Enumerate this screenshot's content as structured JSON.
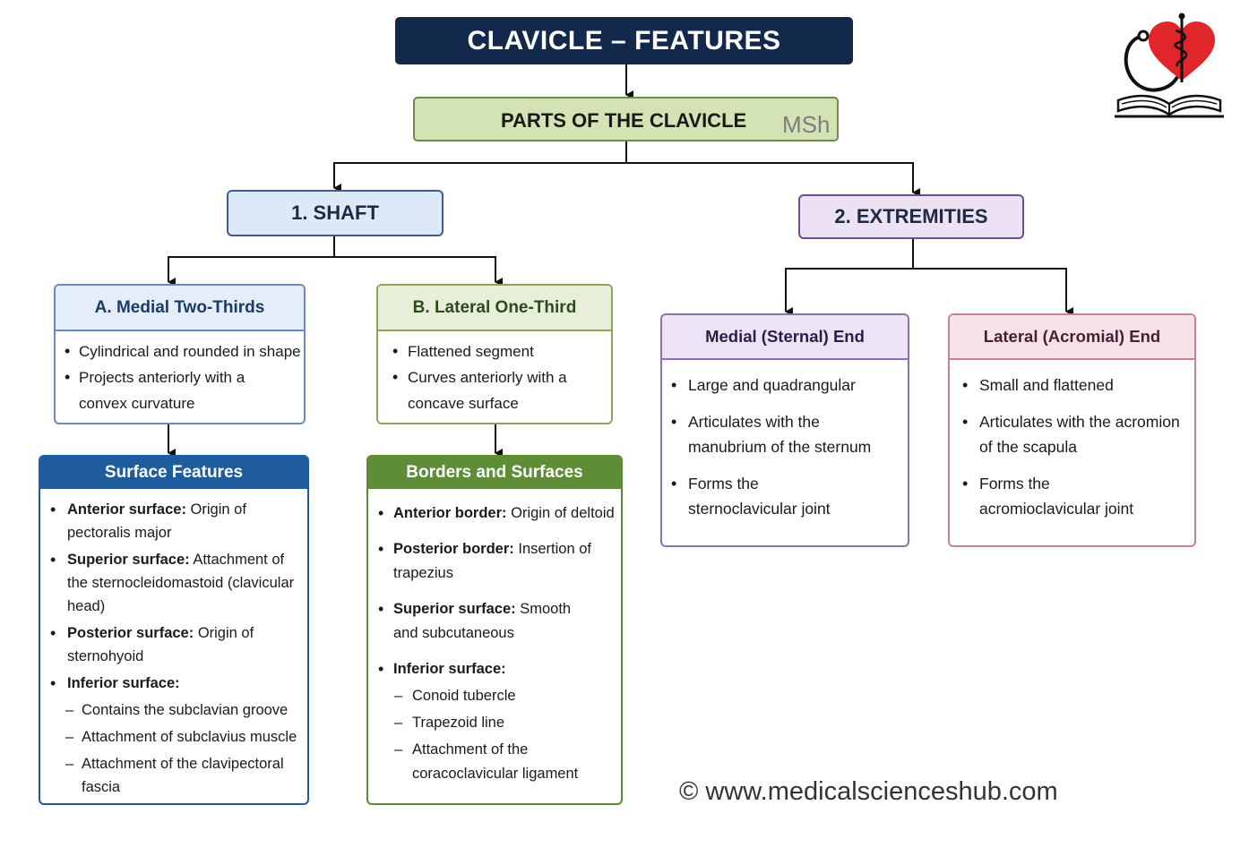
{
  "title": "CLAVICLE – FEATURES",
  "parts": {
    "label": "PARTS OF THE CLAVICLE",
    "watermark": "MSh"
  },
  "shaft": {
    "label": "1. SHAFT",
    "medial": {
      "title": "A. Medial Two-Thirds",
      "items": [
        "Cylindrical and rounded in shape",
        "Projects anteriorly with a convex curvature"
      ]
    },
    "lateral": {
      "title": "B. Lateral One-Third",
      "items": [
        "Flattened segment",
        "Curves anteriorly with a concave surface"
      ]
    },
    "surface_features": {
      "title": "Surface Features",
      "items": [
        {
          "term": "Anterior surface:",
          "text": "Origin of pectoralis major"
        },
        {
          "term": "Superior surface:",
          "text": "Attachment of the sternocleidomastoid (clavicular head)"
        },
        {
          "term": "Posterior surface:",
          "text": "Origin of sternohyoid"
        },
        {
          "term": "Inferior surface:",
          "text": ""
        }
      ],
      "sub_items": [
        "Contains the subclavian groove",
        "Attachment of subclavius muscle",
        "Attachment of the clavipectoral fascia"
      ]
    },
    "borders_surfaces": {
      "title": "Borders and Surfaces",
      "items": [
        {
          "term": "Anterior border:",
          "text": "Origin of deltoid"
        },
        {
          "term": "Posterior border:",
          "text": "Insertion of trapezius"
        },
        {
          "term": "Superior surface:",
          "text": "Smooth and subcutaneous"
        },
        {
          "term": "Inferior surface:",
          "text": ""
        }
      ],
      "sub_items": [
        "Conoid tubercle",
        "Trapezoid line",
        "Attachment of the coracoclavicular ligament"
      ]
    }
  },
  "extremities": {
    "label": "2. EXTREMITIES",
    "medial_end": {
      "title": "Medial (Sternal) End",
      "items": [
        "Large and quadrangular",
        "Articulates with the manubrium of the sternum",
        "Forms the sternoclavicular joint"
      ]
    },
    "lateral_end": {
      "title": "Lateral (Acromial) End",
      "items": [
        "Small and flattened",
        "Articulates with the acromion of the scapula",
        "Forms the acromioclavicular joint"
      ]
    }
  },
  "copyright": "© www.medicalscienceshub.com",
  "logo_icon": "heart-caduceus-book-logo",
  "colors": {
    "title_bg": "#13294b",
    "parts_bg": "#d3e3b4",
    "shaft_bg": "#dde9f6",
    "extremities_bg": "#ece2f4",
    "surface_header": "#1f5c9e",
    "borders_header": "#5e8d37",
    "logo_red": "#e0252b"
  }
}
